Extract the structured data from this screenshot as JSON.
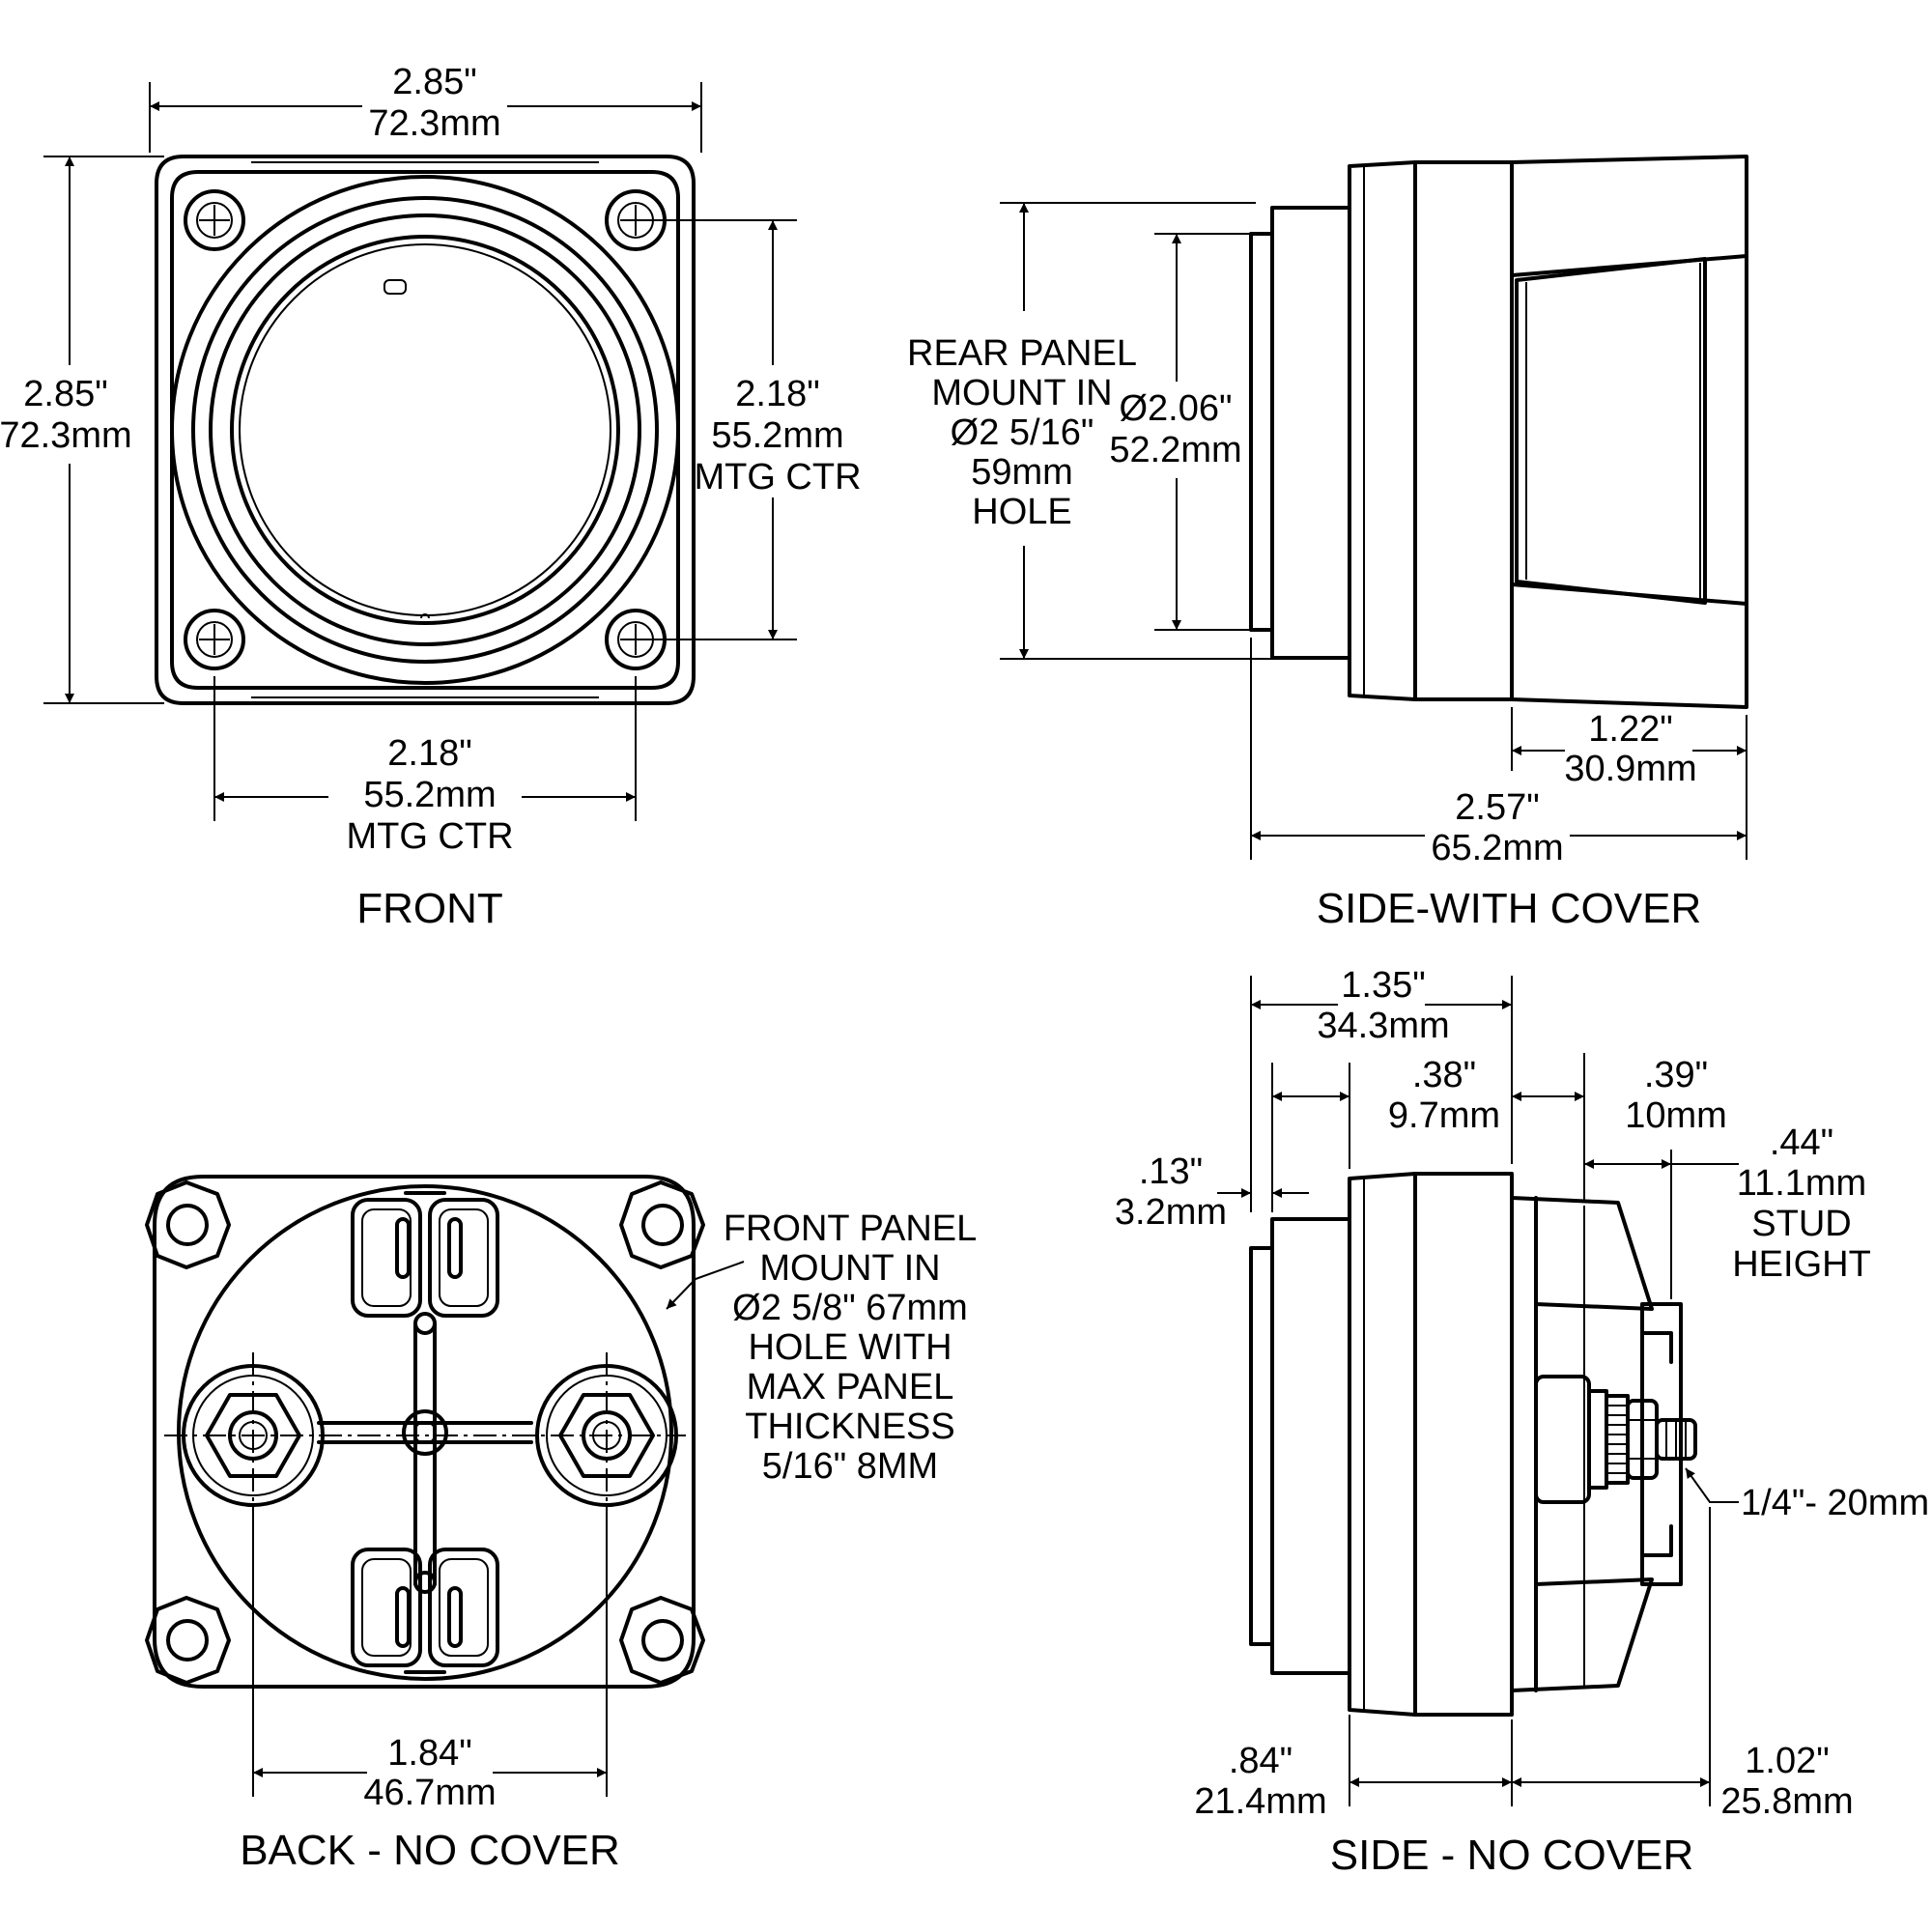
{
  "front": {
    "title": "FRONT",
    "width_in": "2.85\"",
    "width_mm": "72.3mm",
    "height_in": "2.85\"",
    "height_mm": "72.3mm",
    "mtg_v_in": "2.18\"",
    "mtg_v_mm": "55.2mm",
    "mtg_v_note": "MTG CTR",
    "mtg_h_in": "2.18\"",
    "mtg_h_mm": "55.2mm",
    "mtg_h_note": "MTG CTR"
  },
  "side_cover": {
    "title": "SIDE-WITH COVER",
    "rear_mount": [
      "REAR PANEL",
      "MOUNT IN",
      "Ø2 5/16\"",
      "59mm",
      "HOLE"
    ],
    "dia_in": "Ø2.06\"",
    "dia_mm": "52.2mm",
    "cover_in": "1.22\"",
    "cover_mm": "30.9mm",
    "total_in": "2.57\"",
    "total_mm": "65.2mm"
  },
  "back": {
    "title": "BACK - NO COVER",
    "front_mount": [
      "FRONT PANEL",
      "MOUNT IN",
      "Ø2 5/8\"  67mm",
      "HOLE WITH",
      "MAX PANEL",
      "THICKNESS",
      "5/16\" 8MM"
    ],
    "stud_in": "1.84\"",
    "stud_mm": "46.7mm"
  },
  "side_nocover": {
    "title": "SIDE - NO COVER",
    "d1_in": "1.35\"",
    "d1_mm": "34.3mm",
    "d2_in": ".38\"",
    "d2_mm": "9.7mm",
    "d3_in": ".39\"",
    "d3_mm": "10mm",
    "d4_in": ".13\"",
    "d4_mm": "3.2mm",
    "stud": [
      ".44\"",
      "11.1mm",
      "STUD",
      "HEIGHT"
    ],
    "thread": "1/4\"- 20mm",
    "d5_in": ".84\"",
    "d5_mm": "21.4mm",
    "d6_in": "1.02\"",
    "d6_mm": "25.8mm"
  }
}
